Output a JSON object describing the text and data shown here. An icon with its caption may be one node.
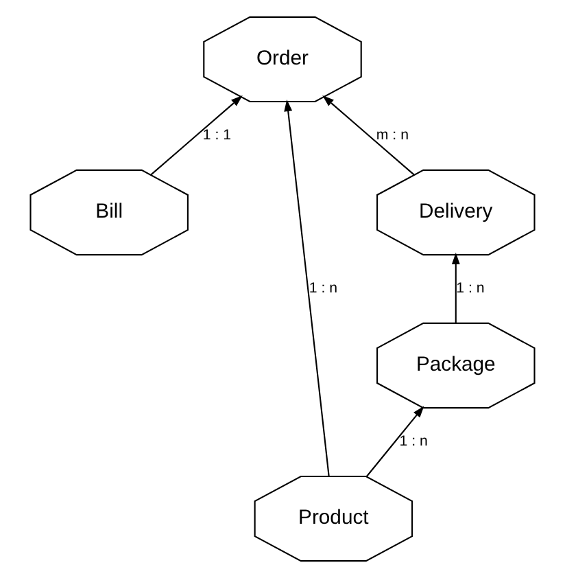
{
  "diagram": {
    "nodes": [
      {
        "text": [
          "Order"
        ]
      },
      {
        "text": [
          "Bill"
        ]
      },
      {
        "text": [
          "Delivery"
        ]
      },
      {
        "text": [
          "Package"
        ]
      },
      {
        "text": [
          "Product"
        ]
      }
    ],
    "edges": [
      {
        "from": 1,
        "to": 0,
        "arrow": "to",
        "label": "1 : 1"
      },
      {
        "from": 4,
        "to": 0,
        "arrow": "to",
        "label": "1 : n"
      },
      {
        "from": 2,
        "to": 0,
        "arrow": "to",
        "label": "m : n"
      },
      {
        "from": 3,
        "to": 2,
        "arrow": "to",
        "label": "1 : n"
      },
      {
        "from": 4,
        "to": 3,
        "arrow": "to",
        "label": "1 : n"
      }
    ]
  }
}
